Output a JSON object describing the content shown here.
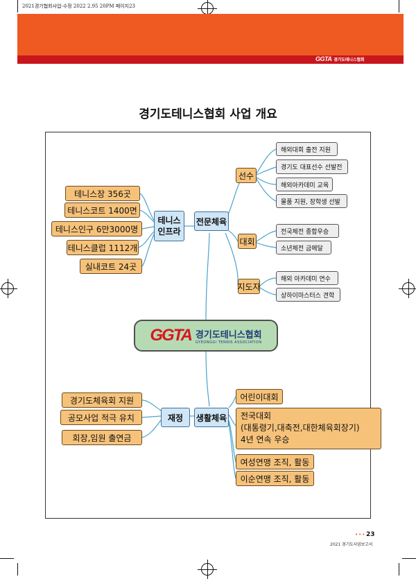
{
  "print_info": "2021경기협회사업-수정 2022 2.95 20PM 페이지23",
  "header": {
    "logo_mark": "GGTA",
    "logo_name": "경기도테니스협회"
  },
  "title": "경기도테니스협회 사업 개요",
  "center": {
    "logo_mark": "GGTA",
    "name_ko": "경기도테니스협회",
    "name_en": "GYEONGGI TENNIS ASSOCIATION"
  },
  "hubs": {
    "pro_sports": "전문체육",
    "infra": [
      "테니스",
      "인프라"
    ],
    "life_sports": "생활체육",
    "finance": "재정"
  },
  "pro_branches": {
    "athlete": "선수",
    "competition": "대회",
    "coach": "지도자"
  },
  "athlete_items": [
    "해외대회 출전 지원",
    "경기도 대표선수 선발전",
    "해외아카데미 교육",
    "물품 지원, 장학생 선발"
  ],
  "competition_items": [
    "전국체전 종합우승",
    "소년체전 금메달"
  ],
  "coach_items": [
    "해외 아카데미 연수",
    "상하이마스터스 견학"
  ],
  "infra_items": [
    "테니스장 356곳",
    "테니스코트 1400면",
    "테니스인구 6만3000명",
    "테니스클럽 1112개",
    "실내코트 24곳"
  ],
  "finance_items": [
    "경기도체육회 지원",
    "공모사업 적극 유치",
    "회장,임원 출연금"
  ],
  "life_items": {
    "kids": "어린이대회",
    "national": [
      "전국대회",
      "(대통령기,대축전,대한체육회장기)",
      "4년 연속 우승"
    ],
    "women": "여성연맹 조직, 활동",
    "elder": "이순연맹 조직, 활동"
  },
  "footer": {
    "page_number": "23",
    "dots": "•••",
    "report_name": "2021 경기도사업보고서"
  },
  "colors": {
    "header_orange": "#ef5a22",
    "header_red": "#c8161d",
    "node_orange": "#f6c27a",
    "node_blue": "#cfe6f7",
    "node_gray": "#eeeeee",
    "center_green": "#b6dbb4",
    "line_blue": "#4aa3c8"
  }
}
